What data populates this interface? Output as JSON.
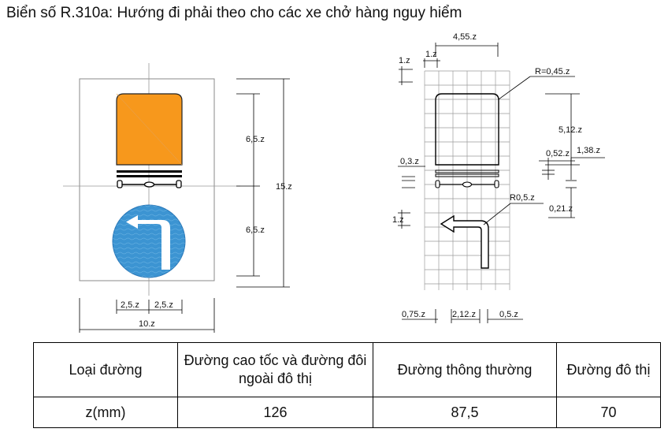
{
  "title": "Biển số R.310a: Hướng đi phải theo cho các xe chở hàng nguy hiểm",
  "colors": {
    "orange": "#F7981C",
    "blue": "#3C94D2",
    "grid": "#9a9a9a",
    "line": "#000000"
  },
  "icons": {
    "arrow": "turn-left-arrow-icon",
    "truck": "hazmat-truck-icon"
  },
  "left_dimensions": {
    "upper_height": "6,5.z",
    "lower_height": "6,5.z",
    "total_height": "15.z",
    "half_width_left": "2,5.z",
    "half_width_right": "2,5.z",
    "total_width": "10.z"
  },
  "right_dimensions": {
    "top_width": "4,55.z",
    "cell_height": "1.z",
    "cell_width": "1.z",
    "corner_radius": "R=0,45.z",
    "panel_height": "5,12.z",
    "gap_a": "0,52.z",
    "gap_b": "1,38.z",
    "bar_height": "0,3.z",
    "arrow_radius": "R0,5.z",
    "arrow_step": "1.z",
    "bottom_offset": "0,21.z",
    "bottom_left": "0,75.z",
    "bottom_middle": "2,12.z",
    "bottom_right": "0,5.z"
  },
  "table": {
    "headers": [
      "Loại đường",
      "Đường cao tốc và đường đôi ngoài đô thị",
      "Đường thông thường",
      "Đường đô thị"
    ],
    "row": [
      "z(mm)",
      "126",
      "87,5",
      "70"
    ]
  }
}
